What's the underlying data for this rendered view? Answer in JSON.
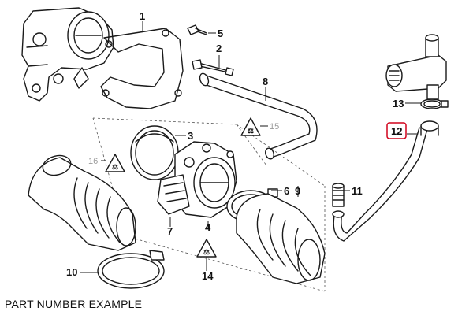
{
  "labels": {
    "p1": "1",
    "p2": "2",
    "p3": "3",
    "p4": "4",
    "p5": "5",
    "p6": "6",
    "p7": "7",
    "p8": "8",
    "p9": "9",
    "p10": "10",
    "p11": "11",
    "p12": "12",
    "p13": "13",
    "p14": "14",
    "p15": "15",
    "p16": "16"
  },
  "warning_mark": "⚖",
  "highlighted_part": "12",
  "highlight_color": "#d0021b",
  "caption": "PART NUMBER EXAMPLE"
}
